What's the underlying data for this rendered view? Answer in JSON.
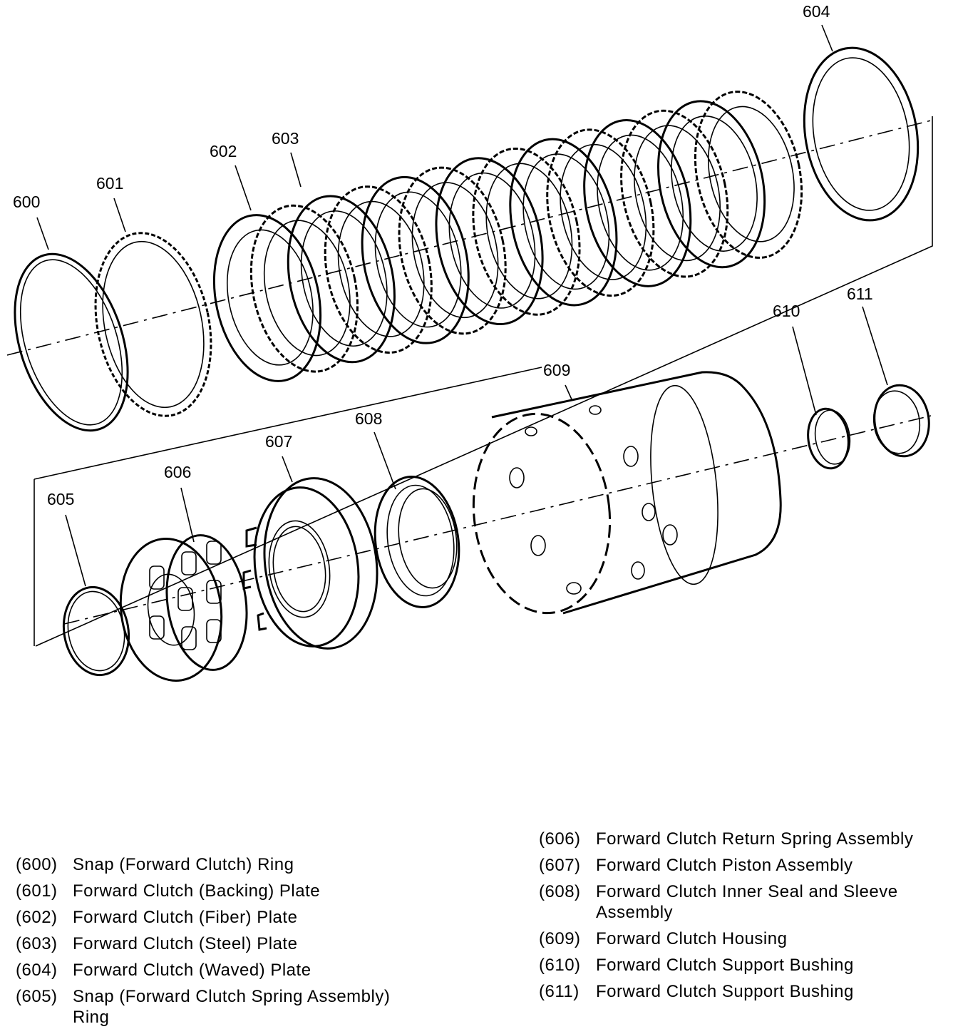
{
  "callouts": {
    "c600": "600",
    "c601": "601",
    "c602": "602",
    "c603": "603",
    "c604": "604",
    "c605": "605",
    "c606": "606",
    "c607": "607",
    "c608": "608",
    "c609": "609",
    "c610": "610",
    "c611": "611"
  },
  "legend": {
    "left": [
      {
        "num": "(600)",
        "text": "Snap (Forward Clutch) Ring"
      },
      {
        "num": "(601)",
        "text": "Forward Clutch (Backing) Plate"
      },
      {
        "num": "(602)",
        "text": "Forward Clutch (Fiber) Plate"
      },
      {
        "num": "(603)",
        "text": "Forward Clutch (Steel) Plate"
      },
      {
        "num": "(604)",
        "text": "Forward Clutch (Waved) Plate"
      },
      {
        "num": "(605)",
        "text": "Snap (Forward Clutch Spring Assembly) Ring"
      }
    ],
    "right": [
      {
        "num": "(606)",
        "text": "Forward Clutch Return Spring Assembly"
      },
      {
        "num": "(607)",
        "text": "Forward Clutch Piston Assembly"
      },
      {
        "num": "(608)",
        "text": "Forward Clutch Inner Seal and Sleeve Assembly"
      },
      {
        "num": "(609)",
        "text": "Forward Clutch Housing"
      },
      {
        "num": "(610)",
        "text": "Forward Clutch Support Bushing"
      },
      {
        "num": "(611)",
        "text": "Forward Clutch Support Bushing"
      }
    ]
  }
}
